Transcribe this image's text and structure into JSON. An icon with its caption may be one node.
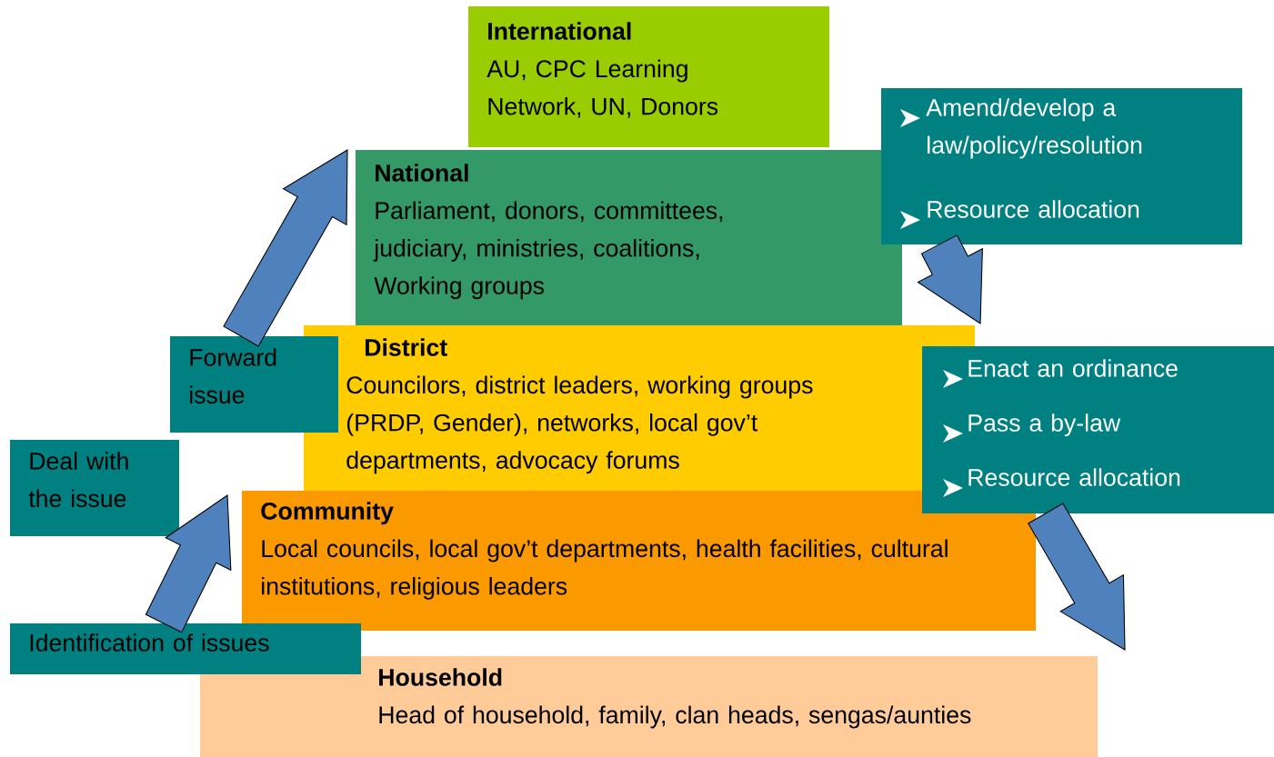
{
  "diagram": {
    "nodes": [
      {
        "text": [
          "International",
          "AU, CPC Learning Network, UN, Donors"
        ]
      },
      {
        "text": [
          "National",
          "Parliament, donors, committees, judiciary, ministries, coalitions, Working groups"
        ]
      },
      {
        "text": [
          "District",
          "Councilors, district leaders, working groups (PRDP, Gender), networks, local gov’t departments, advocacy forums"
        ]
      },
      {
        "text": [
          "Community",
          "Local councils, local gov’t departments, health facilities, cultural institutions, religious leaders"
        ]
      },
      {
        "text": [
          "Household",
          "Head of household, family, clan heads, sengas/aunties"
        ]
      },
      {
        "text": [
          "Forward issue"
        ]
      },
      {
        "text": [
          "Deal with the issue"
        ]
      },
      {
        "text": [
          "Identification of issues"
        ]
      },
      {
        "text": [
          "Amend/develop a law/policy/resolution",
          "Resource allocation"
        ]
      },
      {
        "text": [
          "Enact an ordinance",
          "Pass a by-law",
          "Resource allocation"
        ]
      }
    ],
    "edges": [
      {
        "from": 7,
        "to": 3,
        "arrow": "to"
      },
      {
        "from": 5,
        "to": 1,
        "arrow": "to"
      },
      {
        "from": 8,
        "to": 2,
        "arrow": "to"
      },
      {
        "from": 9,
        "to": 4,
        "arrow": "to"
      }
    ]
  }
}
